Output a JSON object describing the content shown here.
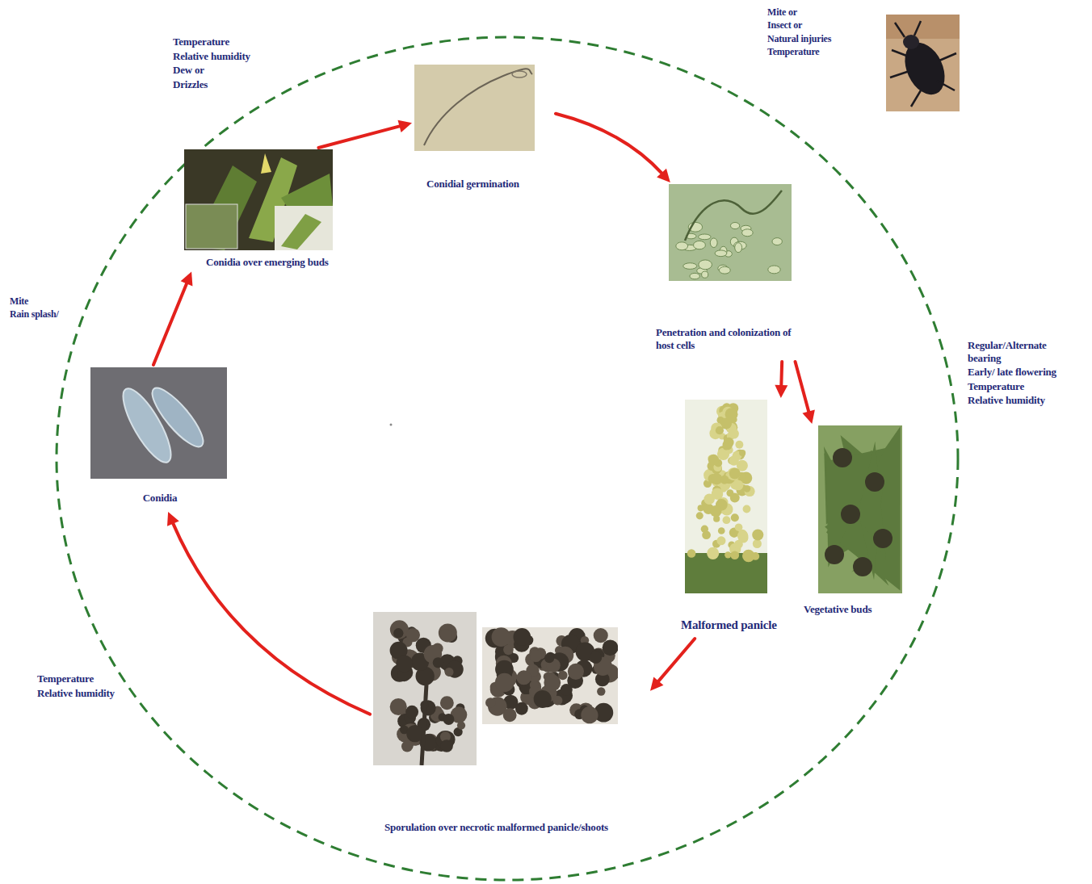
{
  "diagram": {
    "nodes": [
      {
        "text": [
          "Conidia over emerging buds"
        ]
      },
      {
        "text": [
          "Conidial germination"
        ]
      },
      {
        "text": [
          "Penetration and colonization of host cells"
        ]
      },
      {
        "text": [
          "Malformed panicle"
        ]
      },
      {
        "text": [
          "Vegetative buds"
        ]
      },
      {
        "text": [
          "Sporulation over necrotic malformed panicle/shoots"
        ]
      },
      {
        "text": [
          "Conidia"
        ]
      }
    ],
    "edges": [
      {
        "from": 0,
        "to": 1,
        "arrow": "to"
      },
      {
        "from": 1,
        "to": 2,
        "arrow": "to"
      },
      {
        "from": 2,
        "to": 3,
        "arrow": "to"
      },
      {
        "from": 2,
        "to": 4,
        "arrow": "to"
      },
      {
        "from": 3,
        "to": 5,
        "arrow": "to"
      },
      {
        "from": 5,
        "to": 6,
        "arrow": "to"
      },
      {
        "from": 6,
        "to": 0,
        "arrow": "to"
      }
    ],
    "labels": [
      "Mite or",
      "Insect or",
      "Natural injuries",
      "Temperature",
      "Temperature",
      "Relative humidity",
      "Dew or",
      "Drizzles",
      "Mite",
      "Rain splash/",
      "Regular/Alternate bearing",
      "Early/ late flowering",
      "Temperature",
      "Relative humidity",
      "Temperature",
      "Relative humidity"
    ]
  }
}
